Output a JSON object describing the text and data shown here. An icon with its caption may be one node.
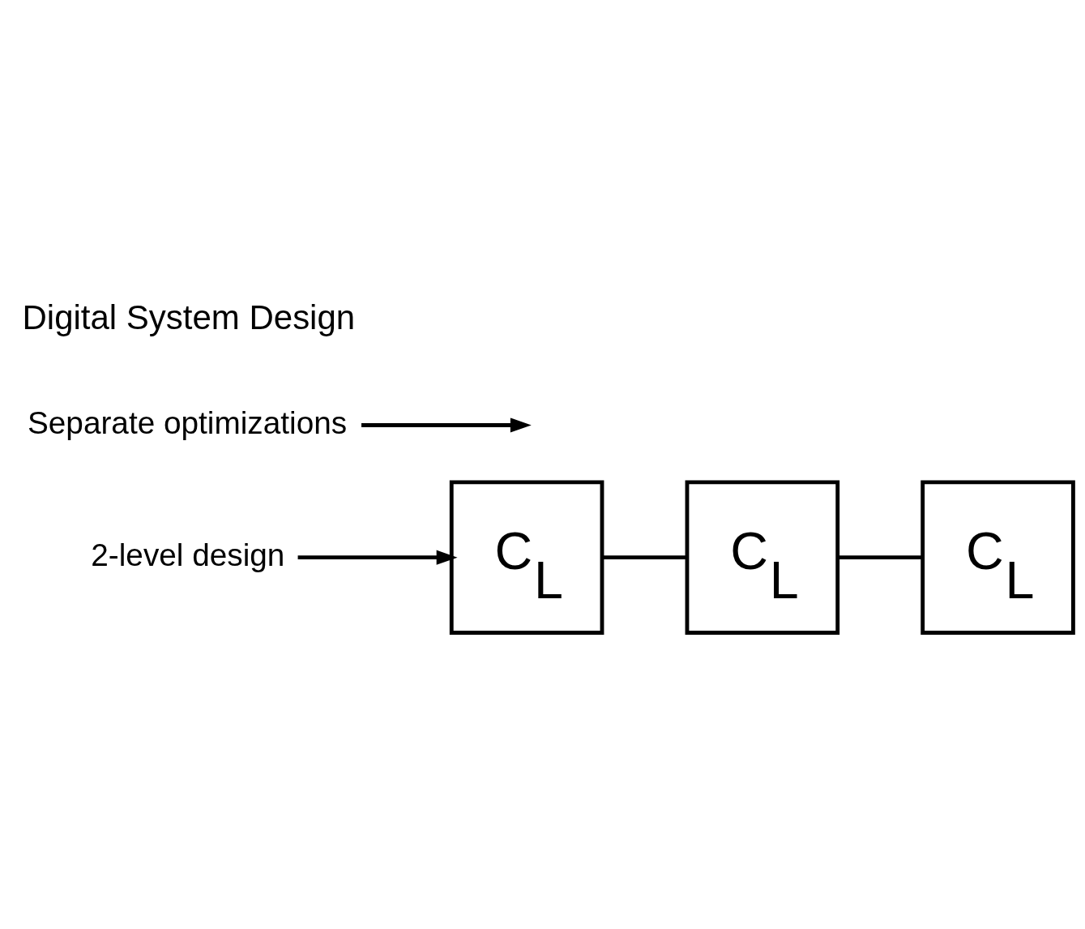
{
  "diagram": {
    "nodes": [
      {
        "text": [
          "C$_{L}$"
        ]
      },
      {
        "text": [
          "C$_{L}$"
        ]
      },
      {
        "text": [
          "C$_{L}$"
        ]
      },
      {
        "text": [
          "Separate optimizations"
        ]
      },
      {
        "text": [
          "2-level design"
        ]
      }
    ],
    "edges": [
      {
        "from": 0,
        "to": 1,
        "arrow": "none"
      },
      {
        "from": 1,
        "to": 2,
        "arrow": "none"
      },
      {
        "from": 3,
        "to": null,
        "arrow": "to"
      },
      {
        "from": 4,
        "to": 0,
        "arrow": "to"
      }
    ],
    "labels": [
      "Digital System Design"
    ]
  }
}
